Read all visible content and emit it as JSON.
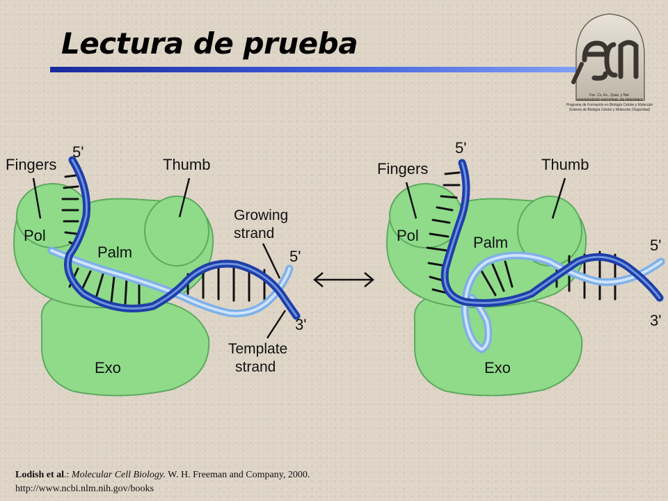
{
  "slide": {
    "title": "Lectura de prueba"
  },
  "logo": {
    "mark": "ecn",
    "caption_lines": [
      "Fac. Cs. Ex., Quas. y Nat.",
      "UNIVERSIDAD NACIONAL DE MISIONES",
      "Programa de Formación en Biología Celular y Molecular",
      "Sistema de Biología Celular y Molecular (Seguridad)"
    ]
  },
  "diagram": {
    "left": {
      "labels": {
        "fingers": "Fingers",
        "thumb": "Thumb",
        "pol": "Pol",
        "palm": "Palm",
        "exo": "Exo",
        "five_prime_top": "5'",
        "five_prime_right": "5'",
        "three_prime": "3'",
        "growing_strand_1": "Growing",
        "growing_strand_2": "strand",
        "template_strand_1": "Template",
        "template_strand_2": "strand"
      }
    },
    "right": {
      "labels": {
        "fingers": "Fingers",
        "thumb": "Thumb",
        "pol": "Pol",
        "palm": "Palm",
        "exo": "Exo",
        "five_prime_top": "5'",
        "five_prime_right": "5'",
        "three_prime": "3'"
      }
    },
    "colors": {
      "protein_fill": "#8fdb8a",
      "protein_stroke": "#5ea860",
      "template_strand": "#1e3fa8",
      "growing_strand": "#9cc4f0"
    }
  },
  "citation": {
    "authors": "Lodish et al",
    "sep1": ".: ",
    "book": "Molecular Cell Biology.",
    "publisher": " W. H. Freeman and Company, 2000.",
    "url": "http://www.ncbi.nlm.nih.gov/books"
  }
}
